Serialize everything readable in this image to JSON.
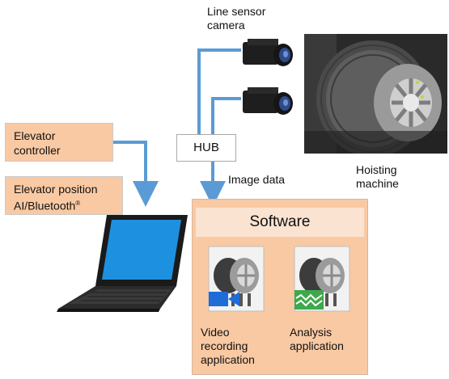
{
  "labels": {
    "camera": [
      "Line sensor",
      "camera"
    ],
    "hub": "HUB",
    "image_data": "Image data",
    "hoisting": [
      "Hoisting",
      "machine"
    ],
    "controller": [
      "Elevator",
      "controller"
    ],
    "position_line1": "Elevator position",
    "position_line2": "AI/Bluetooth",
    "position_reg": "®",
    "software_title": "Software",
    "video_app": [
      "Video",
      "recording",
      "application"
    ],
    "analysis_app": [
      "Analysis",
      "application"
    ]
  },
  "colors": {
    "connector": "#5b9bd5",
    "box_orange": "#f9c9a3",
    "software_header": "#fbe3d1",
    "video_badge": "#1f6bd8",
    "analysis_badge": "#3fa84b"
  },
  "icons": [
    "camera-icon",
    "laptop-icon",
    "hoisting-machine-photo",
    "video-camera-icon",
    "waveform-icon",
    "reel-icon"
  ]
}
